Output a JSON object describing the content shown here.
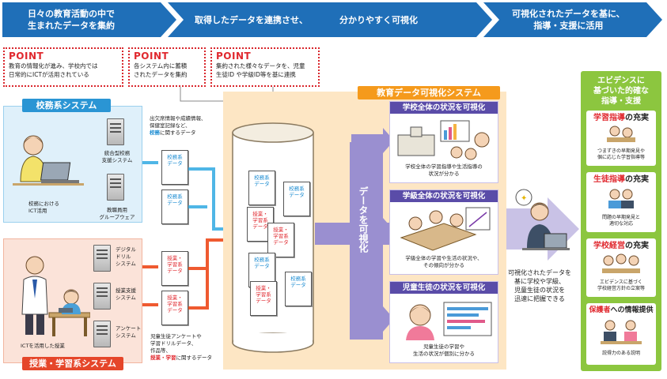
{
  "banner": [
    {
      "text": "日々の教育活動の中で\n生まれたデータを集約"
    },
    {
      "text": "取得したデータを連携させ、"
    },
    {
      "text": "分かりやすく可視化"
    },
    {
      "text": "可視化されたデータを基に、\n指導・支援に活用"
    }
  ],
  "points": [
    {
      "heading": "POINT",
      "text": "教育の情報化が進み、学校内では\n日常的にICTが活用されている"
    },
    {
      "heading": "POINT",
      "text": "各システム内に蓄積\nされたデータを集約"
    },
    {
      "heading": "POINT",
      "text": "集約された様々なデータを、児童\n生徒ID や学級ID等を基に連携"
    }
  ],
  "admin_system": {
    "title": "校務系システム",
    "person_caption": "校務における\nICT活用",
    "servers": [
      {
        "label": "統合型校務\n支援システム"
      },
      {
        "label": "教職員用\nグループウェア"
      }
    ],
    "data_note": "出欠席情報や成績情報、\n保健室記録など、",
    "data_note_em": "校務",
    "data_note_tail": "に関するデータ",
    "docs": [
      "校務系\nデータ",
      "校務系\nデータ"
    ]
  },
  "learning_system": {
    "title": "授業・学習系システム",
    "person_caption": "ICTを活用した授業",
    "servers": [
      {
        "label": "デジタル\nドリル\nシステム"
      },
      {
        "label": "授業支援\nシステム"
      },
      {
        "label": "アンケート\nシステム"
      }
    ],
    "data_note": "児童生徒アンケートや\n学習ドリルデータ、\n作品等、",
    "data_note_em": "授業・学習",
    "data_note_tail": "に関するデータ",
    "docs": [
      "授業・\n学習系\nデータ",
      "授業・\n学習系\nデータ"
    ]
  },
  "db_docs": [
    {
      "text": "校務系\nデータ",
      "kind": "blue"
    },
    {
      "text": "校務系\nデータ",
      "kind": "blue"
    },
    {
      "text": "授業・\n学習系\nデータ",
      "kind": "red"
    },
    {
      "text": "授業・\n学習系\nデータ",
      "kind": "red"
    },
    {
      "text": "校務系\nデータ",
      "kind": "blue"
    },
    {
      "text": "授業・\n学習系\nデータ",
      "kind": "red"
    },
    {
      "text": "校務系\nデータ",
      "kind": "blue"
    }
  ],
  "visualization_system": {
    "title": "教育データ可視化システム",
    "arrow_label": "データを可視化",
    "cards": [
      {
        "heading": "学校全体の状況を可視化",
        "desc": "学校全体の学習指導や生活指導の\n状況が分かる"
      },
      {
        "heading": "学級全体の状況を可視化",
        "desc": "学級全体の学習や生活の状況や、\nその傾向が分かる"
      },
      {
        "heading": "児童生徒の状況を可視化",
        "desc": "児童生徒の学習や\n生活の状況が個別に分かる"
      }
    ]
  },
  "teacher_note": "可視化されたデータを\n基に学校や学級、\n児童生徒の状況を\n迅速に把握できる",
  "evidence": {
    "title": "エビデンスに\n基づいた的確な\n指導・支援",
    "cards": [
      {
        "head_em": "学習指導",
        "head_tail": "の充実",
        "desc": "つまずきの早期発見や\n個に応じた学習指導等"
      },
      {
        "head_em": "生徒指導",
        "head_tail": "の充実",
        "desc": "問題の早期発見と\n適切な対応"
      },
      {
        "head_em": "学校経営",
        "head_tail": "の充実",
        "desc": "エビデンスに基づく\n学校経営方針の立案等"
      },
      {
        "head_em": "保護者",
        "head_tail": "への情報提供",
        "desc": "説得力のある説明"
      }
    ]
  },
  "colors": {
    "banner": "#1f6fb8",
    "admin_bg": "#dff0fa",
    "admin_title": "#2a95d4",
    "learning_bg": "#fbe3d9",
    "learning_title": "#e5462a",
    "vis_bg": "#fde6c4",
    "vis_title": "#f59a1c",
    "vis_card_head": "#5a4ca8",
    "evidence_bg": "#8cc63f",
    "red": "#e0282e",
    "blue": "#1a8bd1"
  }
}
